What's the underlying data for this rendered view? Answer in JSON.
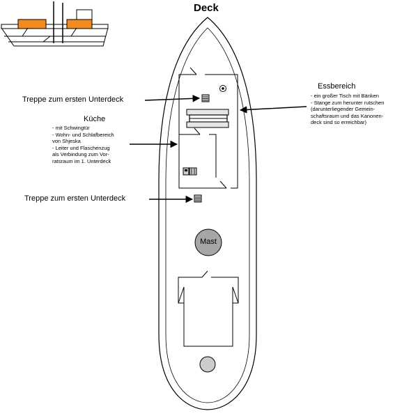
{
  "title": "Deck",
  "mast_label": "Mast",
  "stairs_label_1": "Treppe zum ersten Unterdeck",
  "stairs_label_2": "Treppe zum ersten Unterdeck",
  "kitchen": {
    "heading": "Küche",
    "items": [
      "- mit Schwingtür",
      "- Wohn- und Schlafbereich",
      "von Shjeska",
      "- Leiter und Flaschenzug",
      "als Verbindung zum Vor-",
      "ratsraum im 1. Unterdeck"
    ]
  },
  "dining": {
    "heading": "Essbereich",
    "items": [
      "- ein großer Tisch mit Bänken",
      "- Stange zum herunter rutschen",
      "(darunterliegender Gemein-",
      "schaftsraum und das Kanonen-",
      "deck sind so erreichbar)"
    ]
  },
  "colors": {
    "line": "#000000",
    "cargo": "#f28c1e",
    "hull_fill": "#ffffff",
    "deck_fill": "#e6e6e6",
    "mast_fill": "#a6a6a6",
    "hatch_fill": "#cccccc"
  },
  "icons": [
    "stair-hatch-icon",
    "porthole-icon",
    "cabinet-icon"
  ]
}
